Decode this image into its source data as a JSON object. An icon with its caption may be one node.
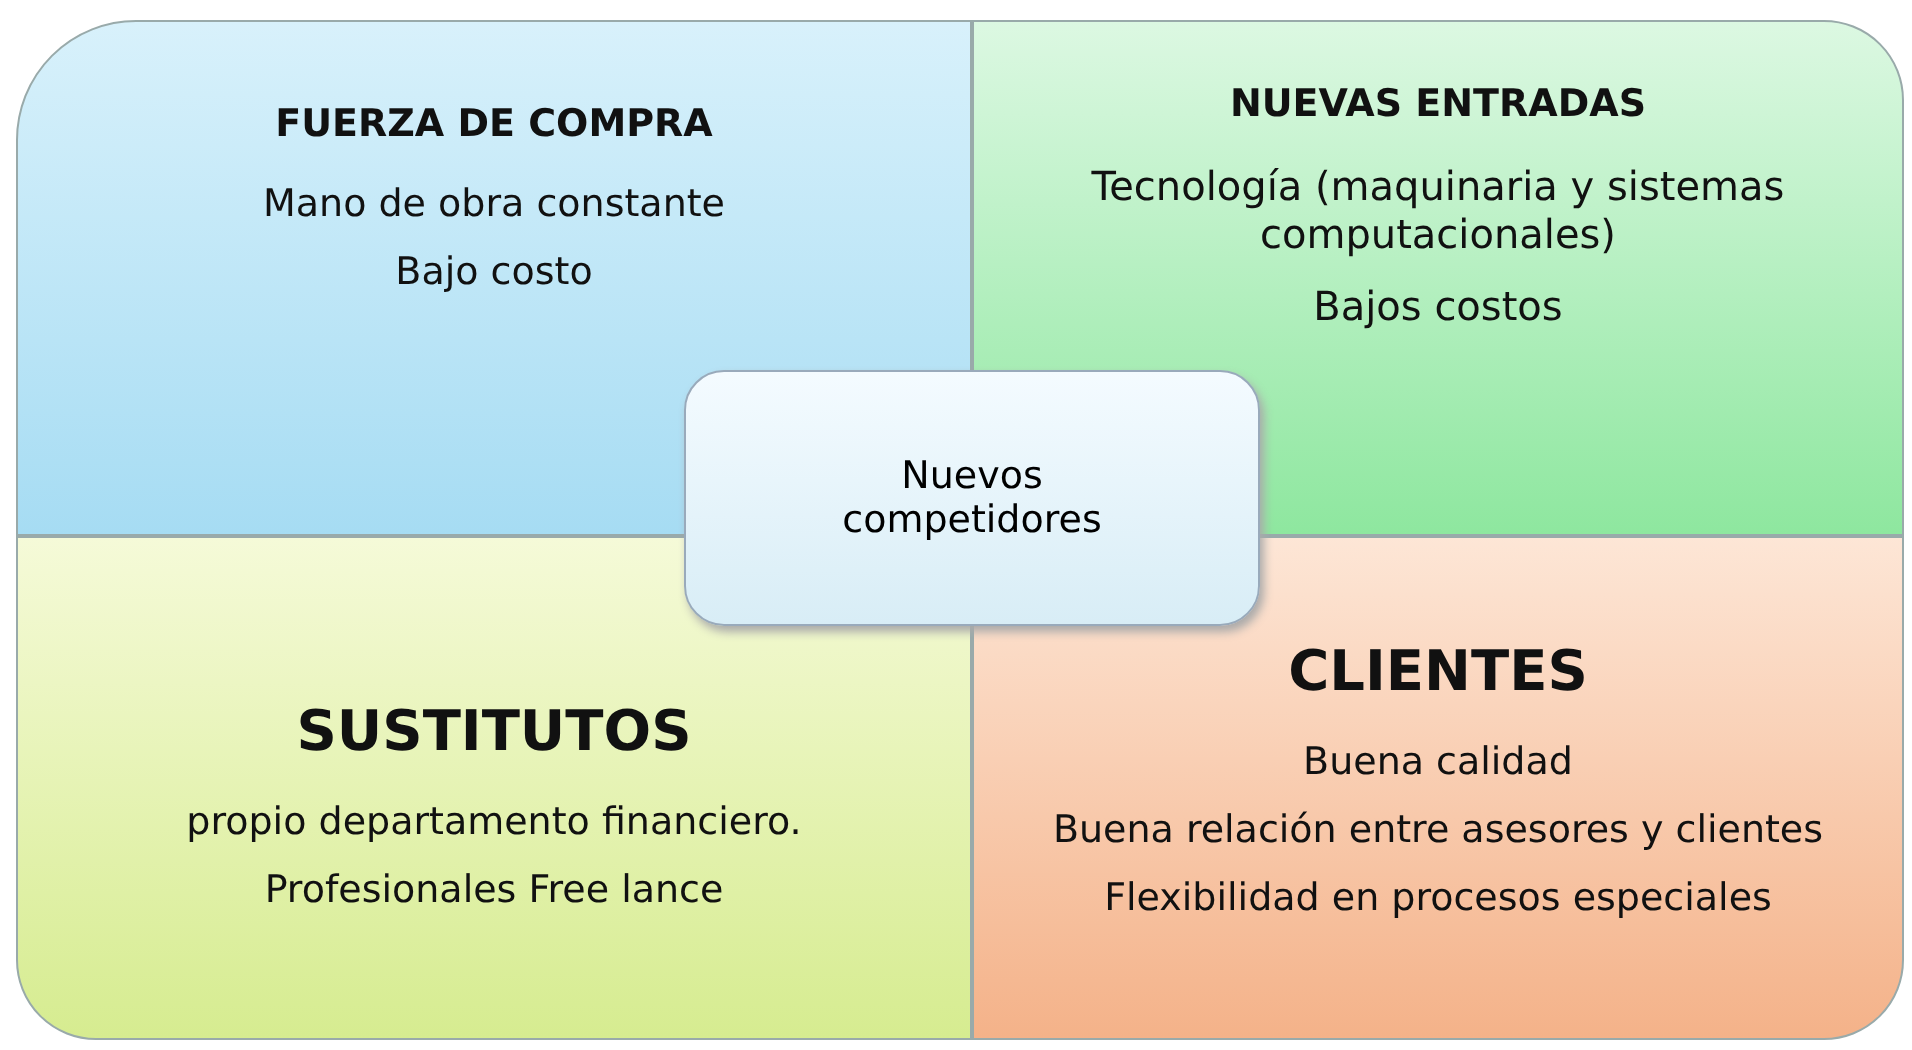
{
  "diagram": {
    "nodes": [
      {
        "text": [
          "FUERZA DE COMPRA",
          "Mano de obra constante",
          "Bajo costo"
        ]
      },
      {
        "text": [
          "NUEVAS ENTRADAS",
          "Tecnología (maquinaria y sistemas computacionales)",
          "Bajos costos"
        ]
      },
      {
        "text": [
          "SUSTITUTOS",
          "propio departamento financiero.",
          "Profesionales Free lance"
        ]
      },
      {
        "text": [
          "CLIENTES",
          "Buena calidad",
          "Buena relación entre asesores y clientes",
          "Flexibilidad en procesos especiales"
        ]
      },
      {
        "text": [
          "Nuevos competidores"
        ]
      }
    ]
  }
}
